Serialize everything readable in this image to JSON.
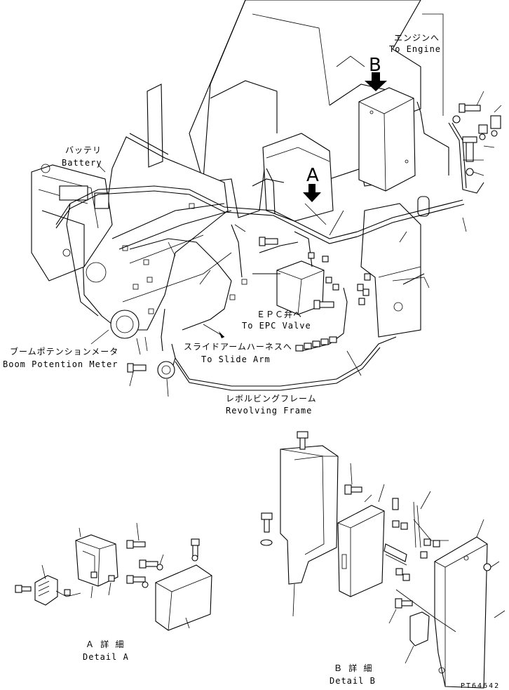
{
  "labels": {
    "to_engine_jp": "エンジンへ",
    "to_engine_en": "To Engine",
    "battery_jp": "バッテリ",
    "battery_en": "Battery",
    "epc_valve_jp": "ＥＰＣ弁へ",
    "epc_valve_en": "To EPC Valve",
    "slide_arm_jp": "スライドアームハーネスへ",
    "slide_arm_en": "To Slide Arm",
    "boom_meter_jp": "ブームポテンションメータ",
    "boom_meter_en": "Boom Potention Meter",
    "revolving_jp": "レボルビングフレーム",
    "revolving_en": "Revolving Frame",
    "detail_a_jp": "Ａ 詳 細",
    "detail_a_en": "Detail A",
    "detail_b_jp": "Ｂ 詳 細",
    "detail_b_en": "Detail B",
    "view_a": "A",
    "view_b": "B",
    "drawing_no": "PT64642"
  }
}
